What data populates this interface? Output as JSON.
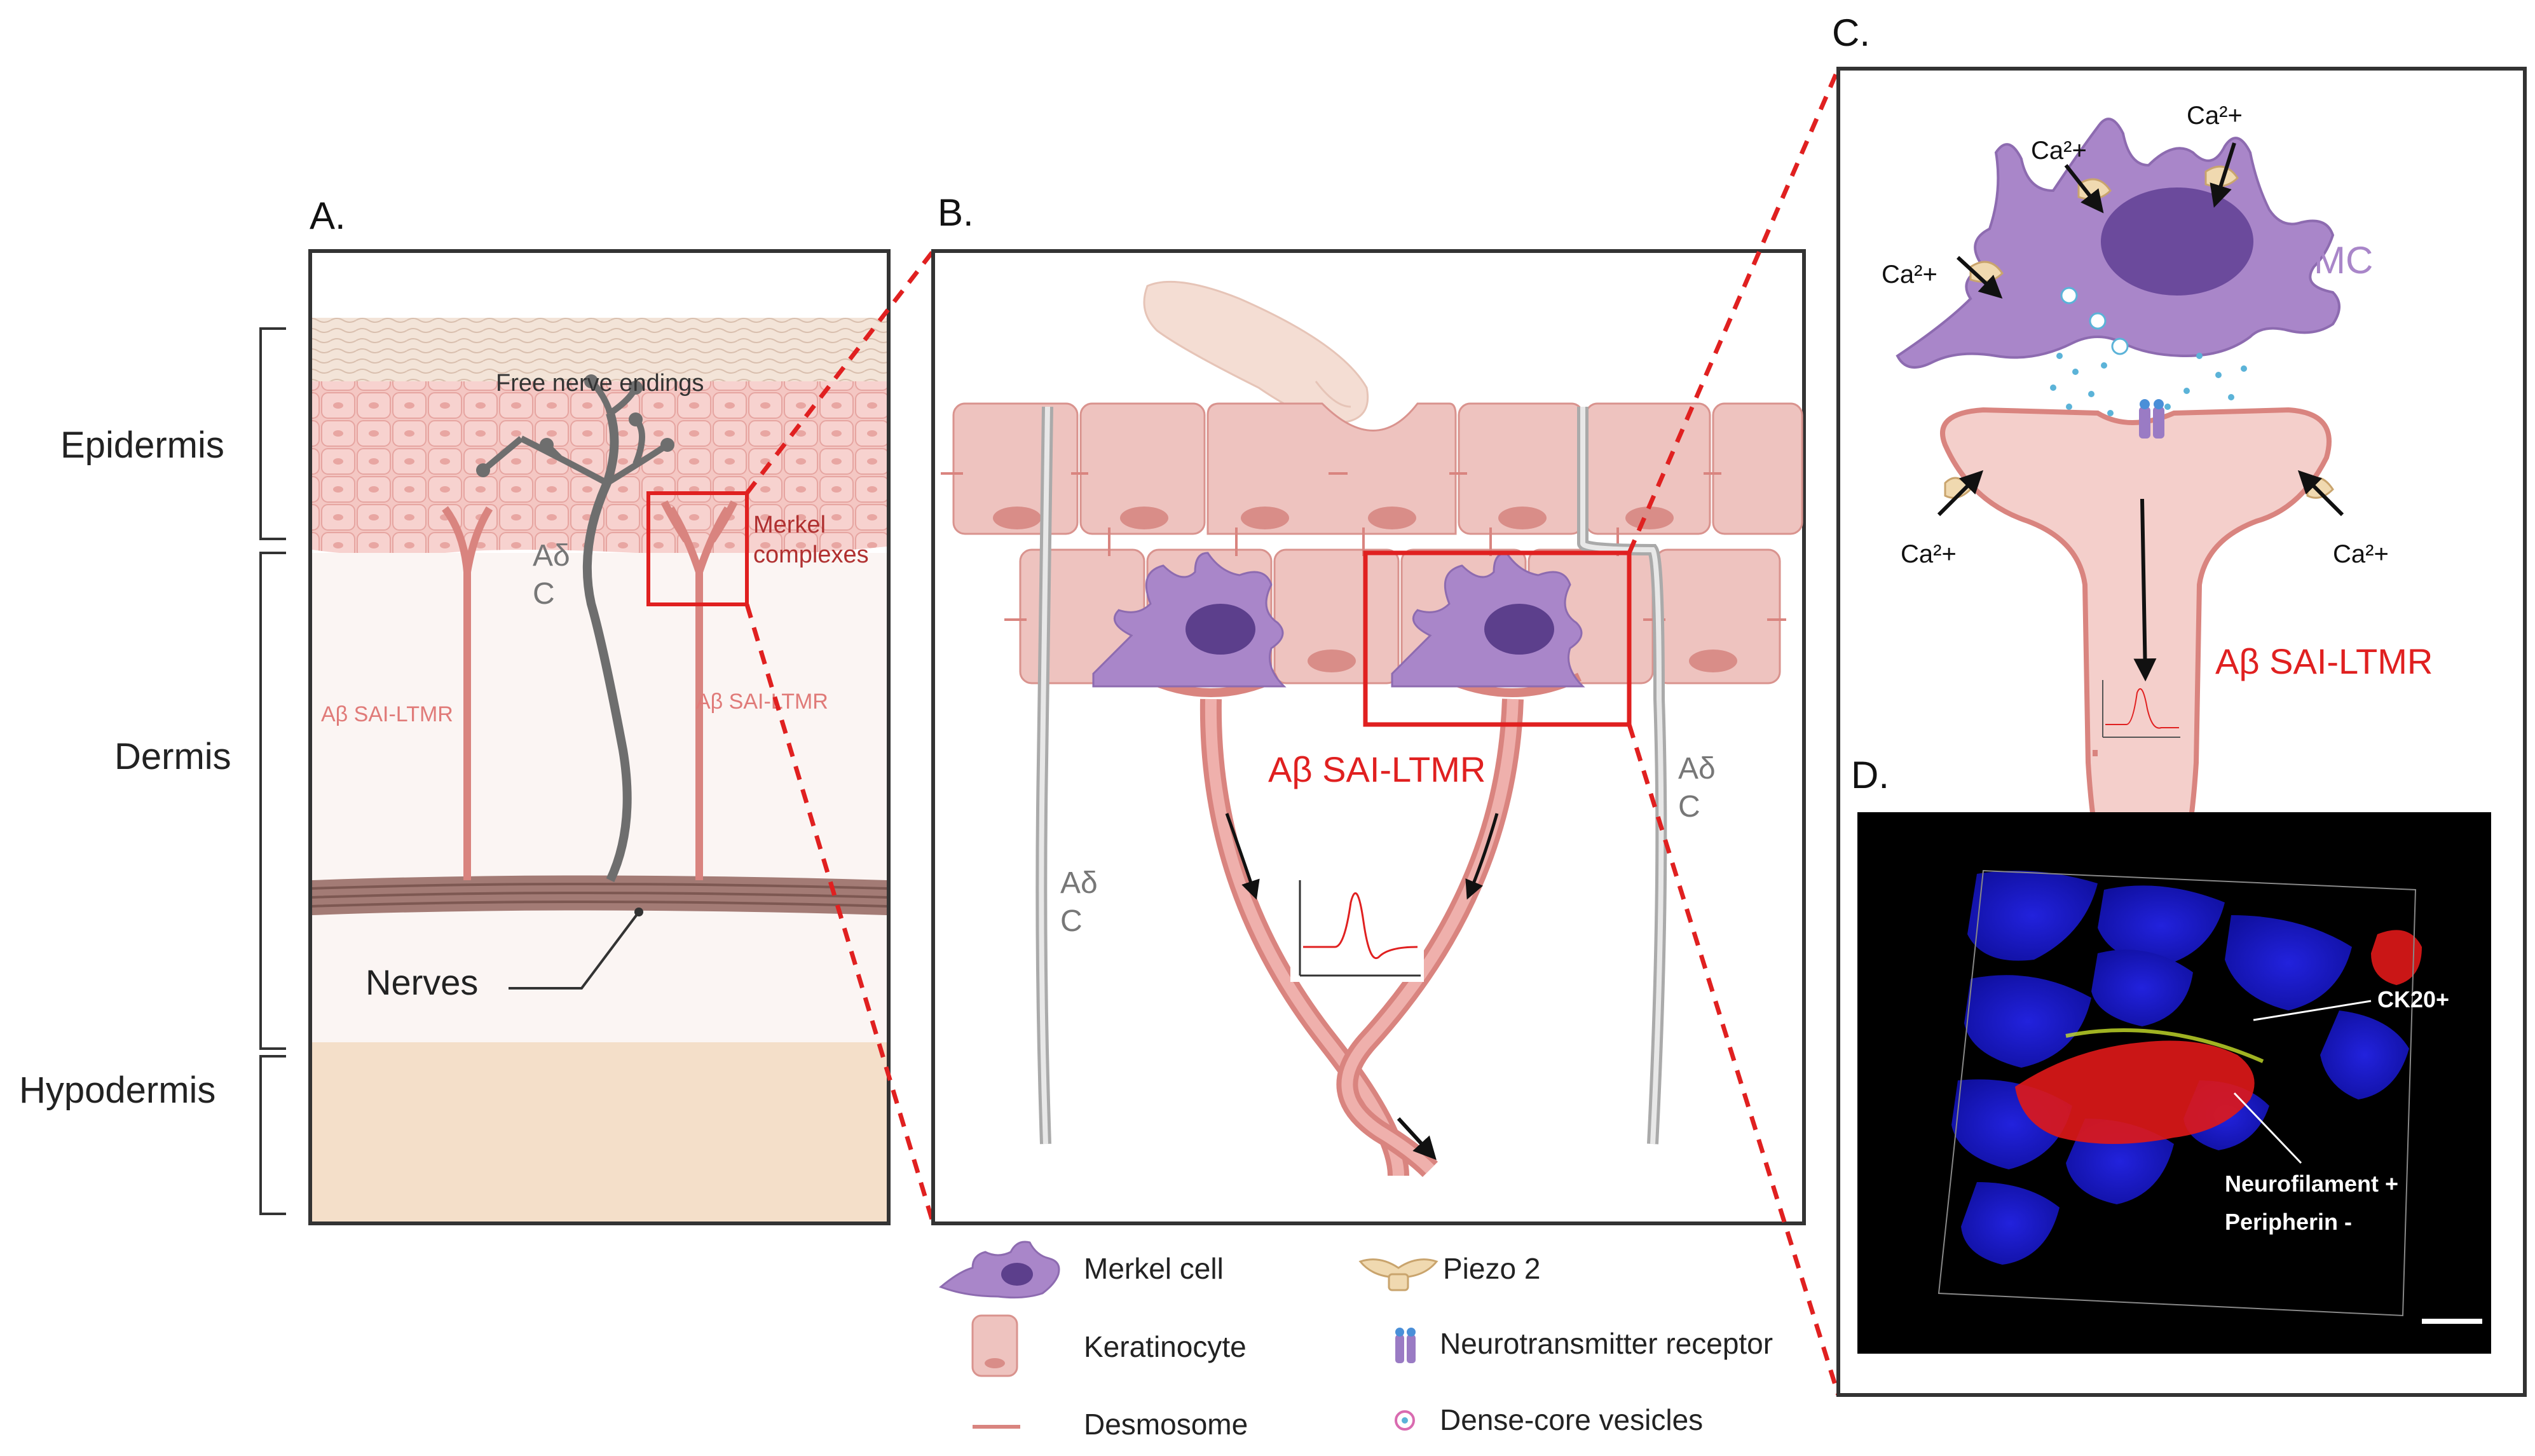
{
  "panels": {
    "a": {
      "letter": "A.",
      "layers": {
        "epidermis": "Epidermis",
        "dermis": "Dermis",
        "hypodermis": "Hypodermis"
      },
      "free_nerve_endings": "Free nerve endings",
      "ad_c_line1": "Aδ",
      "ad_c_line2": "C",
      "merkel_line1": "Merkel",
      "merkel_line2": "complexes",
      "sai_left": "Aβ SAI-LTMR",
      "sai_right": "Aβ SAI-LTMR",
      "nerves": "Nerves"
    },
    "b": {
      "letter": "B.",
      "sai": "Aβ SAI-LTMR",
      "ad_left_1": "Aδ",
      "ad_left_2": "C",
      "ad_right_1": "Aδ",
      "ad_right_2": "C"
    },
    "c": {
      "letter": "C.",
      "ca_top_left": "Ca²+",
      "ca_top_right": "Ca²+",
      "ca_left": "Ca²+",
      "mc": "MC",
      "ca_bottom_left": "Ca²+",
      "ca_bottom_right": "Ca²+",
      "sai": "Aβ SAI-LTMR"
    },
    "d": {
      "letter": "D.",
      "ck20": "CK20+",
      "neuro_line1": "Neurofilament +",
      "neuro_line2": "Peripherin -"
    }
  },
  "legend": {
    "merkel": "Merkel cell",
    "keratinocyte": "Keratinocyte",
    "desmosome": "Desmosome",
    "piezo": "Piezo 2",
    "receptor": "Neurotransmitter receptor",
    "vesicles": "Dense-core vesicles"
  },
  "colors": {
    "skin_pink": "#f2c4c0",
    "nerve_red": "#e07a78",
    "merkel_purple": "#a986c9",
    "hypodermis": "#f4dfc9",
    "highlight_red": "#e02020",
    "nerve_gray": "#6e6e6e"
  }
}
